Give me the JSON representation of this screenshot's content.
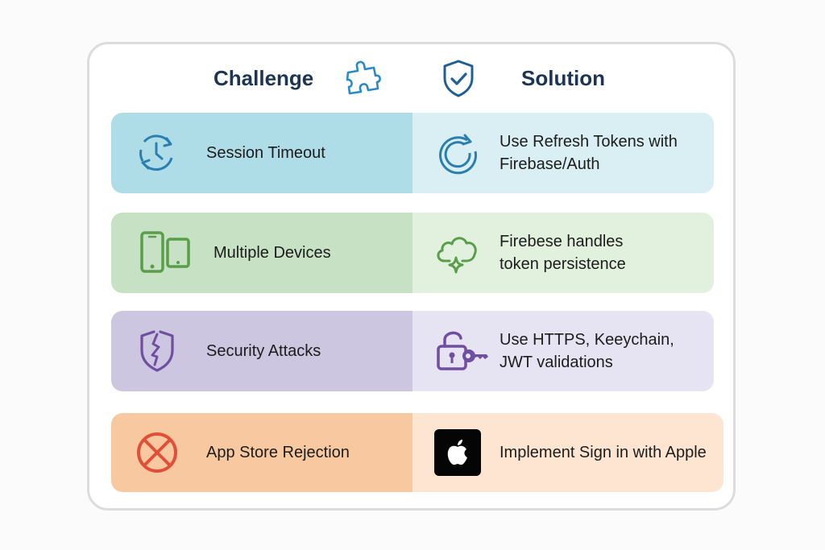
{
  "header": {
    "challenge_label": "Challenge",
    "solution_label": "Solution",
    "challenge_icon": "puzzle-icon",
    "solution_icon": "shield-check-icon"
  },
  "colors": {
    "heading": "#1b3553",
    "blue_icon": "#2a7fb0",
    "green_icon": "#5a9e4a",
    "purple_icon": "#6e4fa0",
    "red_icon": "#e05038"
  },
  "rows": [
    {
      "challenge": {
        "label": "Session Timeout",
        "icon": "clock-refresh-icon"
      },
      "solution": {
        "line1": "Use Refresh Tokens with",
        "line2": "Firebase/Auth",
        "icon": "refresh-icon"
      }
    },
    {
      "challenge": {
        "label": "Multiple Devices",
        "icon": "devices-icon"
      },
      "solution": {
        "line1": "Firebese handles",
        "line2": "token persistence",
        "icon": "cloud-sparkle-icon"
      }
    },
    {
      "challenge": {
        "label": "Security Attacks",
        "icon": "broken-shield-icon"
      },
      "solution": {
        "line1": "Use HTTPS, Keeychain,",
        "line2": "JWT validations",
        "icon": "lock-key-icon"
      }
    },
    {
      "challenge": {
        "label": "App Store Rejection",
        "icon": "reject-circle-icon"
      },
      "solution": {
        "line1": "Implement Sign in with Apple",
        "icon": "apple-logo-icon"
      }
    }
  ]
}
